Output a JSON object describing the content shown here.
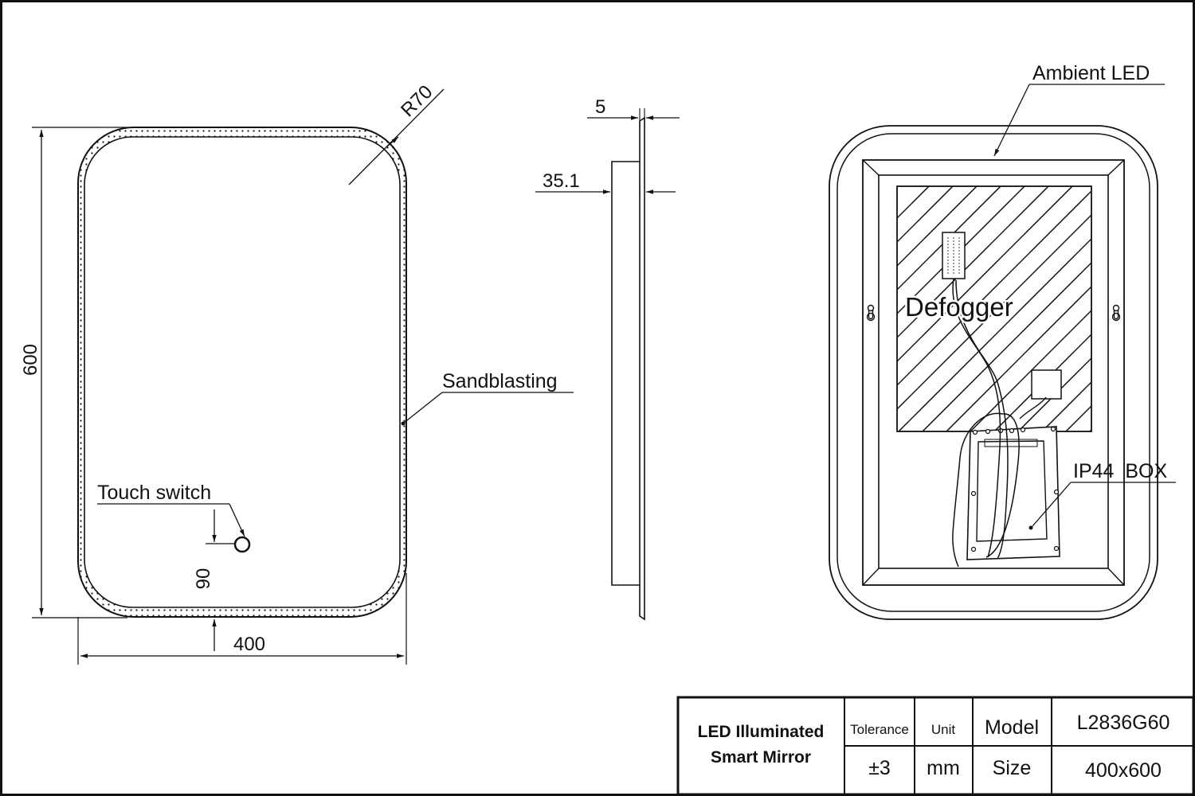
{
  "front_view": {
    "radius_label": "R70",
    "height_label": "600",
    "width_label": "400",
    "sandblasting_label": "Sandblasting",
    "touch_switch_label": "Touch switch",
    "touch_offset_label": "90"
  },
  "side_view": {
    "thickness_label": "5",
    "depth_label": "35.1"
  },
  "back_view": {
    "ambient_led_label": "Ambient LED",
    "defogger_label": "Defogger",
    "ip44_box_label": "IP44  BOX"
  },
  "title_block": {
    "product_name_line1": "LED Illuminated",
    "product_name_line2": "Smart Mirror",
    "tolerance_header": "Tolerance",
    "tolerance_value": "±3",
    "unit_header": "Unit",
    "unit_value": "mm",
    "model_header": "Model",
    "model_value": "L2836G60",
    "size_header": "Size",
    "size_value": "400x600"
  },
  "colors": {
    "line": "#111111",
    "background": "#ffffff"
  }
}
